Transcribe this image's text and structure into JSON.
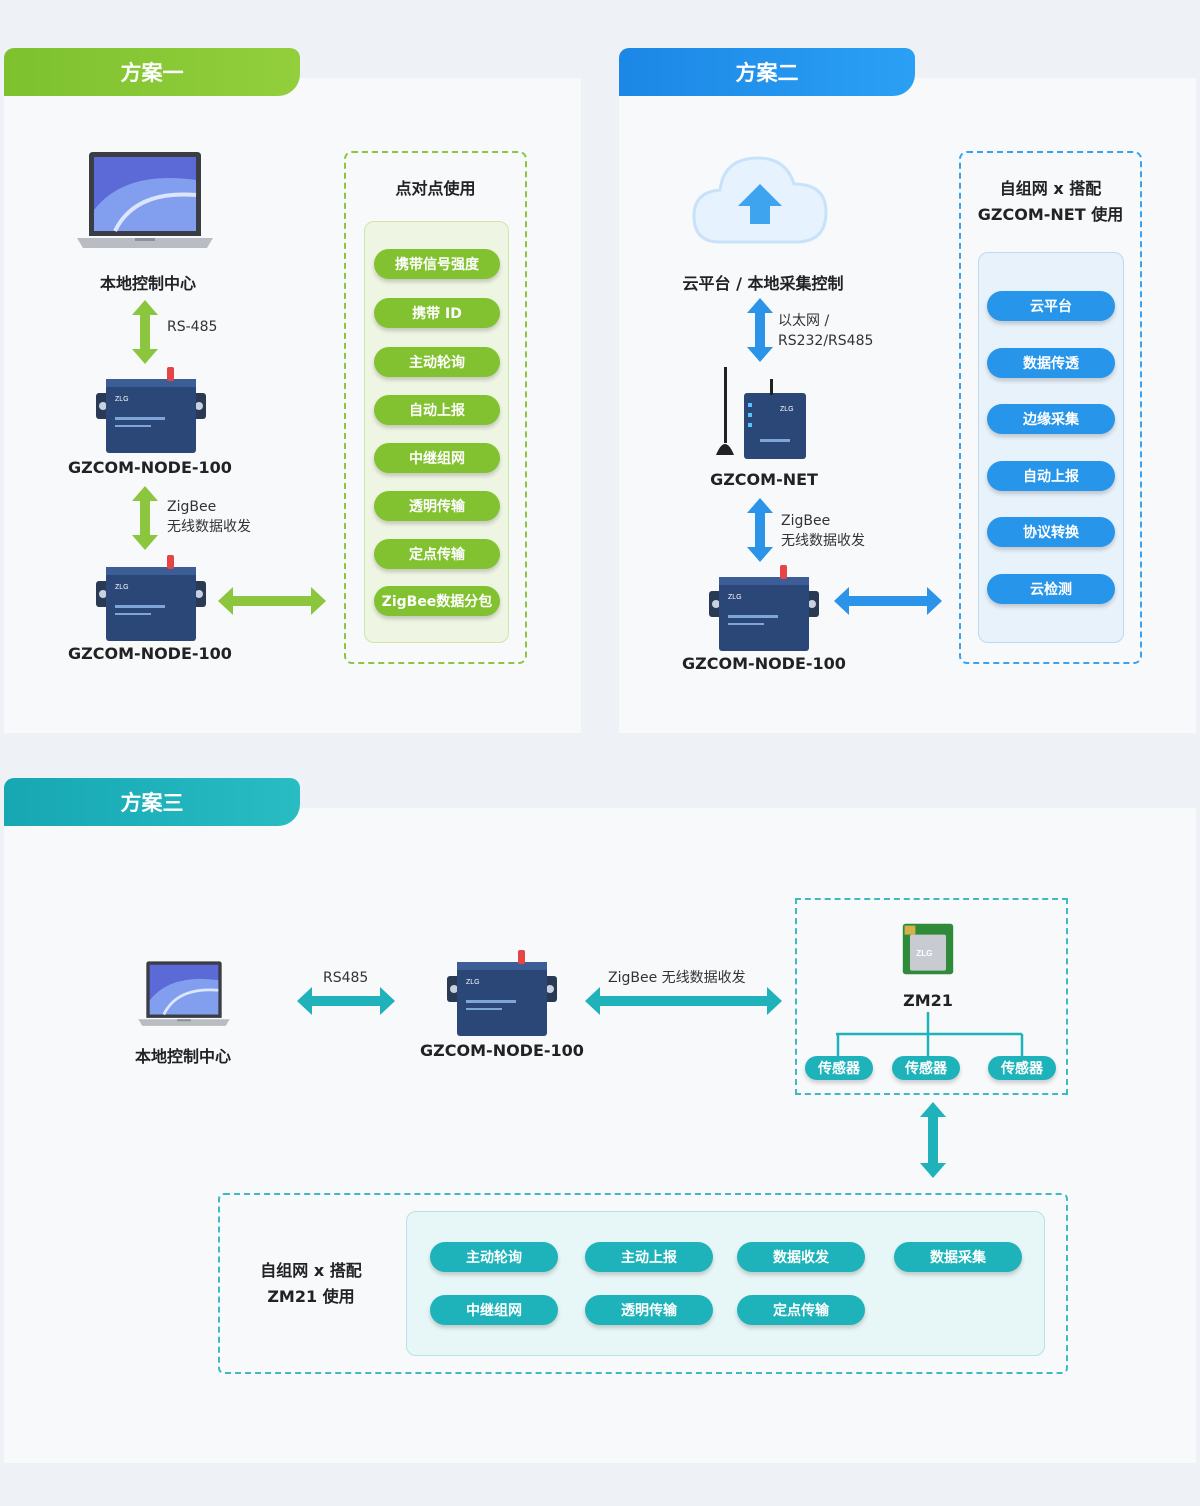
{
  "colors": {
    "green": "#82c231",
    "blue": "#2795ea",
    "teal": "#1eb3bb"
  },
  "s1": {
    "tab": "方案一",
    "pc": "本地控制中心",
    "rs": "RS-485",
    "n1": "GZCOM-NODE-100",
    "zb1": "ZigBee",
    "zb2": "无线数据收发",
    "n2": "GZCOM-NODE-100",
    "title": "点对点使用",
    "pills": [
      "携带信号强度",
      "携带 ID",
      "主动轮询",
      "自动上报",
      "中继组网",
      "透明传输",
      "定点传输",
      "ZigBee数据分包"
    ]
  },
  "s2": {
    "tab": "方案二",
    "cloud": "云平台 / 本地采集控制",
    "eth1": "以太网 /",
    "eth2": "RS232/RS485",
    "net": "GZCOM-NET",
    "zb1": "ZigBee",
    "zb2": "无线数据收发",
    "node": "GZCOM-NODE-100",
    "t1": "自组网 x 搭配",
    "t2": "GZCOM-NET 使用",
    "pills": [
      "云平台",
      "数据传透",
      "边缘采集",
      "自动上报",
      "协议转换",
      "云检测"
    ]
  },
  "s3": {
    "tab": "方案三",
    "pc": "本地控制中心",
    "rs": "RS485",
    "node": "GZCOM-NODE-100",
    "zb": "ZigBee 无线数据收发",
    "zm": "ZM21",
    "sensors": [
      "传感器",
      "传感器",
      "传感器"
    ],
    "t1": "自组网 x 搭配",
    "t2": "ZM21 使用",
    "pills": [
      "主动轮询",
      "主动上报",
      "数据收发",
      "数据采集",
      "中继组网",
      "透明传输",
      "定点传输"
    ]
  },
  "icons": [
    "laptop-icon",
    "cloud-upload-icon",
    "gateway-device-icon",
    "zigbee-node-icon",
    "zm21-module-icon",
    "double-arrow-icon"
  ]
}
